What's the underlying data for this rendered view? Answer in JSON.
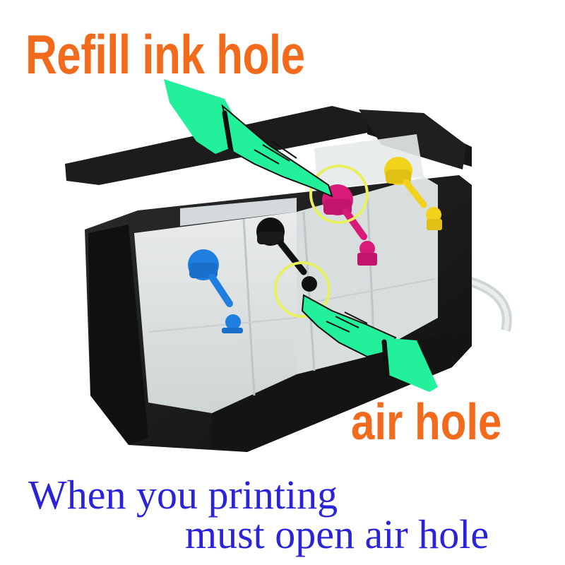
{
  "labels": {
    "refill": "Refill ink hole",
    "air": "air hole"
  },
  "caption": {
    "line1": "When you printing",
    "line2": "must open air hole"
  },
  "colors": {
    "label_orange": "#f26b1d",
    "caption_blue": "#2a23d8",
    "arrow_green": "#22f09a",
    "highlight_circle": "#e8f060",
    "ink_cyan": "#1e7fe0",
    "ink_black": "#111111",
    "ink_magenta": "#d81a78",
    "ink_yellow": "#f2d21a",
    "tank_frame": "#1b1b1b"
  },
  "icons": {
    "refill_pointer": "pointing-hand-icon",
    "air_pointer": "pointing-hand-icon"
  }
}
